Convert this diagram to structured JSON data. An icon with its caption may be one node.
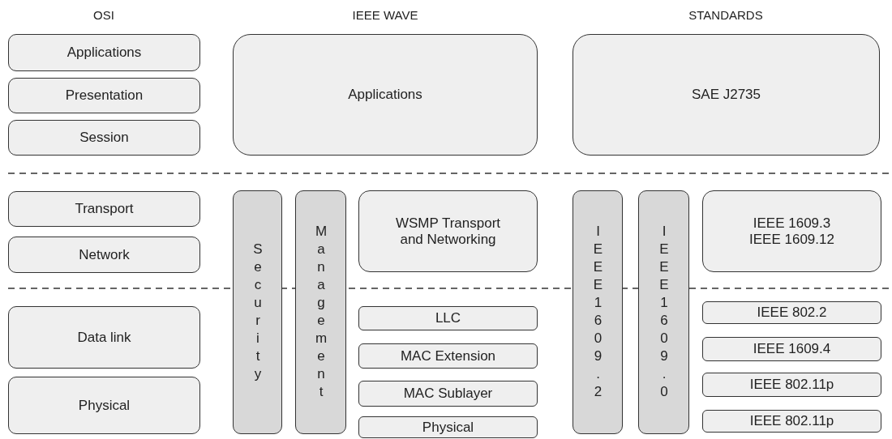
{
  "diagram": {
    "nodes": [
      {
        "text": [
          "Applications"
        ]
      },
      {
        "text": [
          "Applications"
        ]
      },
      {
        "text": [
          "SAE J2735"
        ]
      },
      {
        "text": [
          "Presentation"
        ]
      },
      {
        "text": [
          "Session"
        ]
      },
      {
        "text": [
          "Transport"
        ]
      },
      {
        "text": [
          "Security"
        ]
      },
      {
        "text": [
          "Management"
        ]
      },
      {
        "text": [
          "WSMP Transport and Networking"
        ]
      },
      {
        "text": [
          "IEEE1609.2"
        ]
      },
      {
        "text": [
          "IEEE1609.0"
        ]
      },
      {
        "text": [
          "IEEE 1609.3 IEEE 1609.12"
        ]
      },
      {
        "text": [
          "Network"
        ]
      },
      {
        "text": [
          "Data link"
        ]
      },
      {
        "text": [
          "LLC"
        ]
      },
      {
        "text": [
          "IEEE 802.2"
        ]
      },
      {
        "text": [
          "MAC Extension"
        ]
      },
      {
        "text": [
          "IEEE 1609.4"
        ]
      },
      {
        "text": [
          "MAC Sublayer"
        ]
      },
      {
        "text": [
          "IEEE 802.11p"
        ]
      },
      {
        "text": [
          "Physical"
        ]
      },
      {
        "text": [
          "Physical"
        ]
      },
      {
        "text": [
          "IEEE 802.11p"
        ]
      }
    ],
    "edges": [],
    "labels": [
      "OSI",
      "IEEE WAVE",
      "STANDARDS"
    ]
  }
}
